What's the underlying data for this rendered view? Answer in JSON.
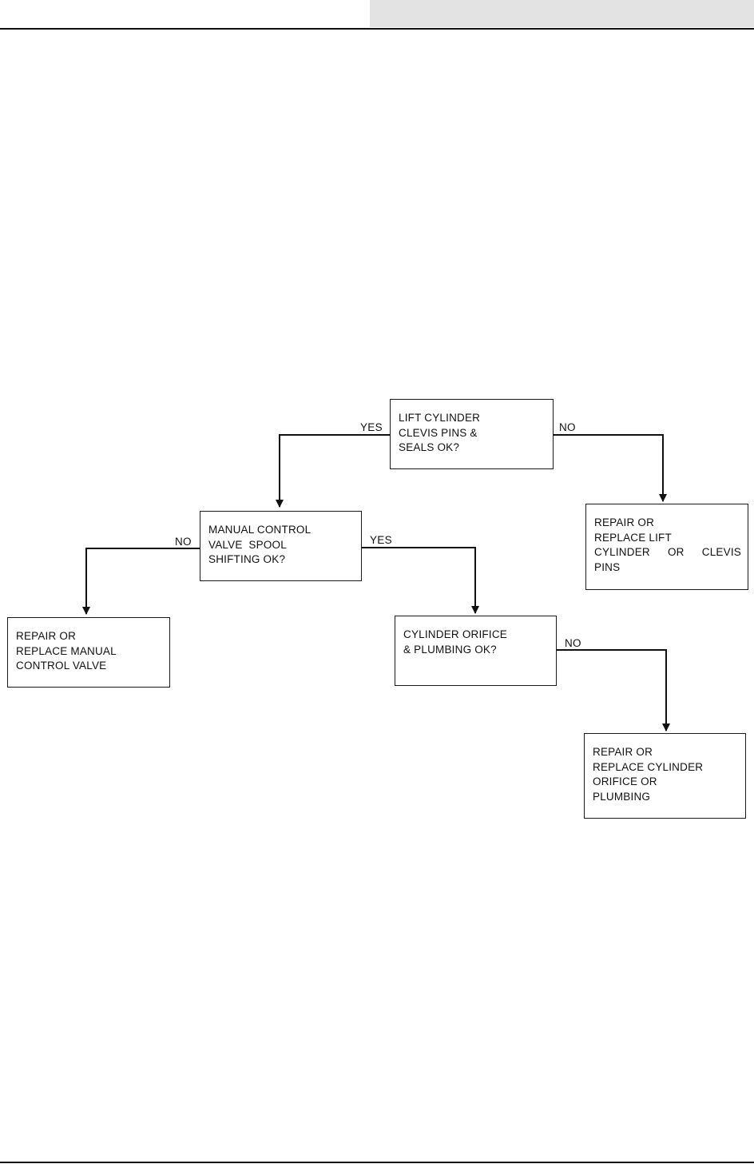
{
  "nodes": {
    "lift_cylinder_check": [
      "LIFT CYLINDER",
      "CLEVIS PINS &",
      "SEALS OK?"
    ],
    "manual_valve_check": [
      "MANUAL CONTROL",
      "VALVE  SPOOL",
      "SHIFTING OK?"
    ],
    "cylinder_orifice_check": [
      "CYLINDER ORIFICE",
      "& PLUMBING OK?"
    ],
    "repair_lift_cylinder": [
      "REPAIR OR",
      "REPLACE LIFT",
      [
        "CYLINDER",
        "OR",
        "CLEVIS"
      ],
      "PINS"
    ],
    "repair_manual_valve": [
      "REPAIR OR",
      "REPLACE MANUAL",
      "CONTROL VALVE"
    ],
    "repair_cylinder_orifice": [
      "REPAIR OR",
      "REPLACE CYLINDER",
      "ORIFICE OR",
      "PLUMBING"
    ]
  },
  "edges": {
    "lift_yes": "YES",
    "lift_no": "NO",
    "manual_no": "NO",
    "manual_yes": "YES",
    "orifice_no": "NO"
  }
}
